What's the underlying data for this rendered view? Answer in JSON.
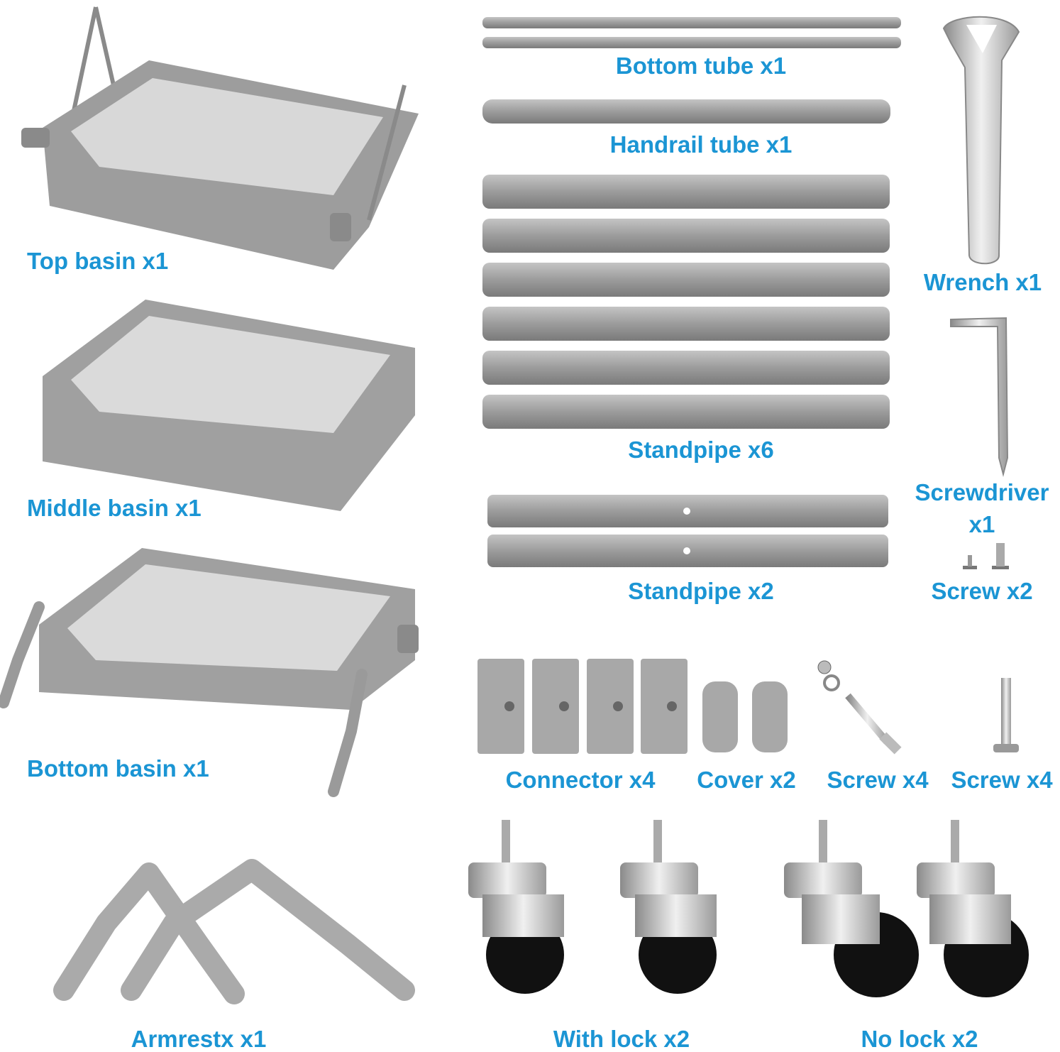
{
  "labels": {
    "top_basin": "Top basin x1",
    "middle_basin": "Middle basin x1",
    "bottom_basin": "Bottom basin x1",
    "armrest": "Armrestx x1",
    "bottom_tube": "Bottom tube x1",
    "handrail_tube": "Handrail tube x1",
    "standpipe_6": "Standpipe x6",
    "standpipe_2": "Standpipe x2",
    "wrench": "Wrench x1",
    "screwdriver": "Screwdriver",
    "screwdriver_qty": "x1",
    "screw_small": "Screw x2",
    "connector": "Connector x4",
    "cover": "Cover x2",
    "screw_bolt": "Screw x4",
    "screw_machine": "Screw x4",
    "caster_lock": "With lock x2",
    "caster_nolock": "No lock x2"
  },
  "colors": {
    "label": "#1b95d4",
    "part": "#9a9a9a",
    "part_dark": "#7d7d7d",
    "wheel": "#111111",
    "metal": "#c9c9c9"
  }
}
